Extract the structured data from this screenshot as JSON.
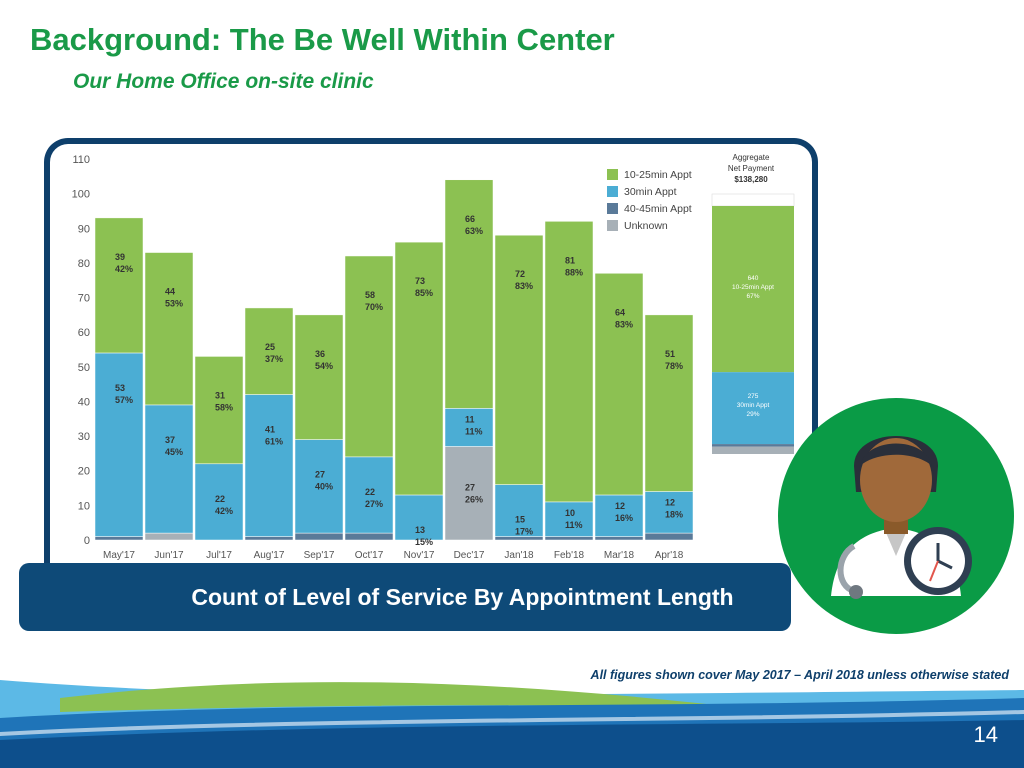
{
  "slide": {
    "title": "Background: The Be Well Within Center",
    "subtitle": "Our Home Office on-site clinic",
    "caption": "Count of Level of Service By Appointment Length",
    "footnote": "All figures shown cover May 2017 – April 2018 unless otherwise stated",
    "page_number": "14"
  },
  "colors": {
    "title_green": "#1a9a48",
    "navy": "#0e3f6b",
    "bar_green": "#8cc152",
    "bar_blue": "#4badd4",
    "bar_slate": "#5a7a99",
    "bar_gray": "#a7b0b7",
    "circle_green": "#0a9b46"
  },
  "chart_data": [
    {
      "type": "bar",
      "stacked": true,
      "categories": [
        "May'17",
        "Jun'17",
        "Jul'17",
        "Aug'17",
        "Sep'17",
        "Oct'17",
        "Nov'17",
        "Dec'17",
        "Jan'18",
        "Feb'18",
        "Mar'18",
        "Apr'18"
      ],
      "yticks": [
        0,
        10,
        20,
        30,
        40,
        50,
        60,
        70,
        80,
        90,
        100,
        110
      ],
      "ylim": [
        0,
        110
      ],
      "legend_position": "top-right",
      "series": [
        {
          "name": "Unknown",
          "color": "#a7b0b7",
          "values": [
            0,
            2,
            0,
            0,
            0,
            0,
            0,
            27,
            0,
            0,
            0,
            0
          ]
        },
        {
          "name": "40-45min Appt",
          "color": "#5a7a99",
          "values": [
            1,
            0,
            0,
            1,
            2,
            2,
            0,
            0,
            1,
            1,
            1,
            2
          ]
        },
        {
          "name": "30min Appt",
          "color": "#4badd4",
          "values": [
            53,
            37,
            22,
            41,
            27,
            22,
            13,
            11,
            15,
            10,
            12,
            12
          ]
        },
        {
          "name": "10-25min Appt",
          "color": "#8cc152",
          "values": [
            39,
            44,
            31,
            25,
            36,
            58,
            73,
            66,
            72,
            81,
            64,
            51
          ]
        }
      ],
      "data_labels": [
        {
          "green": [
            "39",
            "42%"
          ],
          "blue": [
            "53",
            "57%"
          ]
        },
        {
          "green": [
            "44",
            "53%"
          ],
          "blue": [
            "37",
            "45%"
          ]
        },
        {
          "green": [
            "31",
            "58%"
          ],
          "blue": [
            "22",
            "42%"
          ]
        },
        {
          "green": [
            "25",
            "37%"
          ],
          "blue": [
            "41",
            "61%"
          ]
        },
        {
          "green": [
            "36",
            "54%"
          ],
          "blue": [
            "27",
            "40%"
          ]
        },
        {
          "green": [
            "58",
            "70%"
          ],
          "blue": [
            "22",
            "27%"
          ]
        },
        {
          "green": [
            "73",
            "85%"
          ],
          "blue": [
            "13",
            "15%"
          ]
        },
        {
          "green": [
            "66",
            "63%"
          ],
          "blue": [
            "11",
            "11%"
          ],
          "gray": [
            "27",
            "26%"
          ]
        },
        {
          "green": [
            "72",
            "83%"
          ],
          "blue": [
            "15",
            "17%"
          ]
        },
        {
          "green": [
            "81",
            "88%"
          ],
          "blue": [
            "10",
            "11%"
          ]
        },
        {
          "green": [
            "64",
            "83%"
          ],
          "blue": [
            "12",
            "16%"
          ]
        },
        {
          "green": [
            "51",
            "78%"
          ],
          "blue": [
            "12",
            "18%"
          ]
        }
      ]
    },
    {
      "type": "bar",
      "stacked": true,
      "title_lines": [
        "Aggregate",
        "Net Payment",
        "$138,280"
      ],
      "segments": [
        {
          "series": "10-25min Appt",
          "share": 0.67,
          "labels": [
            "640",
            "10-25min Appt",
            "67%"
          ],
          "color": "#8cc152"
        },
        {
          "series": "30min Appt",
          "share": 0.29,
          "labels": [
            "275",
            "30min Appt",
            "29%"
          ],
          "color": "#4badd4"
        },
        {
          "series": "40-45min Appt",
          "share": 0.01,
          "labels": [],
          "color": "#5a7a99"
        },
        {
          "series": "Unknown",
          "share": 0.03,
          "labels": [],
          "color": "#a7b0b7"
        }
      ]
    }
  ]
}
